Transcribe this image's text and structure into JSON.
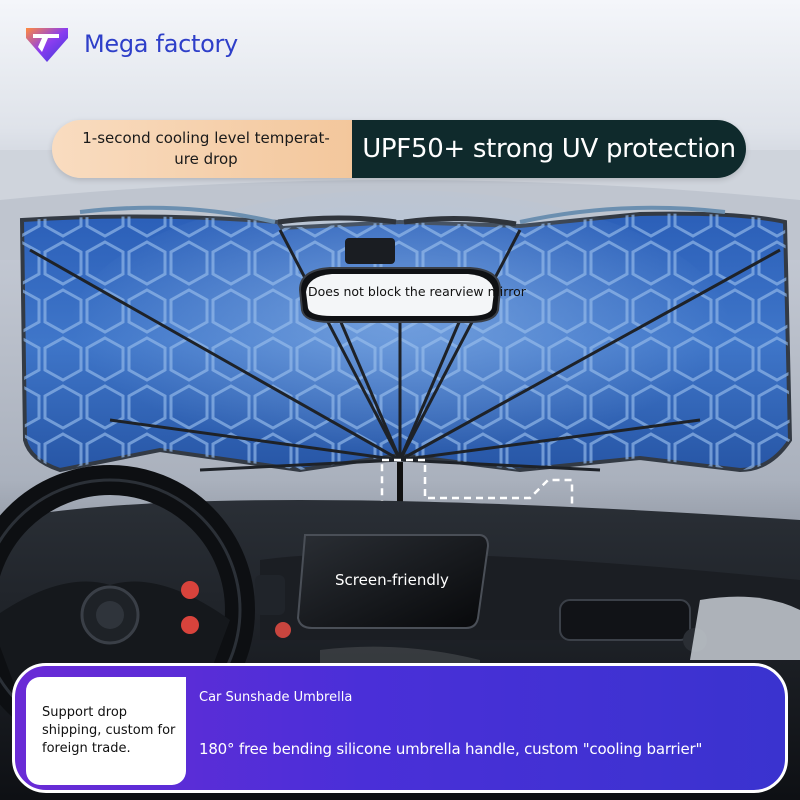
{
  "brand": {
    "name": "Mega factory",
    "logo_icon": "shield-diamond-logo",
    "color": "#2e3fc9"
  },
  "banner": {
    "left_text": "1-second cooling level temperat- ure drop",
    "right_text": "UPF50+ strong UV protection",
    "left_color": "#f3c79c",
    "right_color": "#0f2a2c"
  },
  "callouts": {
    "mirror": "Does not block the rearview mirror",
    "screen": "Screen-friendly"
  },
  "panel": {
    "card_text": "Support drop shipping, custom for foreign trade.",
    "title": "Car Sunshade Umbrella",
    "description": "180° free bending silicone umbrella handle, custom \"cooling barrier\"",
    "color": "#4a2fd8"
  }
}
